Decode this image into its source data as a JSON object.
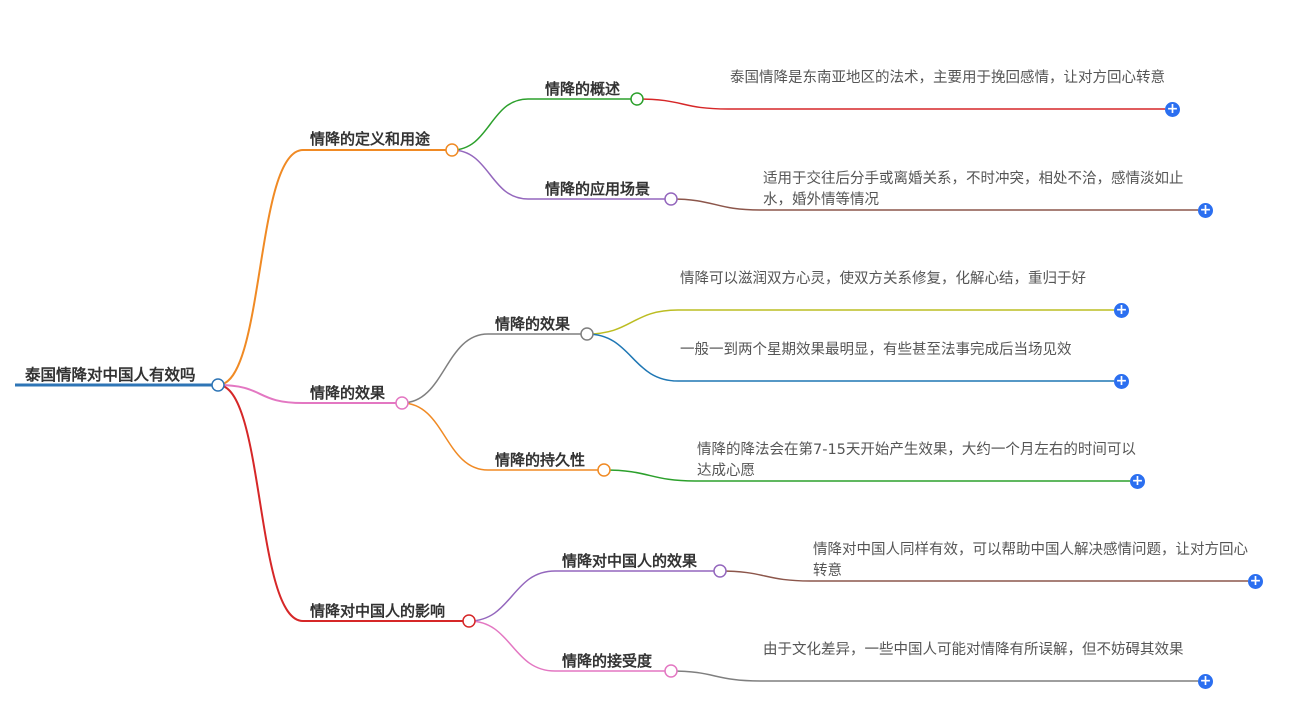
{
  "root": {
    "label": "泰国情降对中国人有效吗"
  },
  "branches": [
    {
      "label": "情降的定义和用途",
      "children": [
        {
          "label": "情降的概述",
          "detail": "泰国情降是东南亚地区的法术，主要用于挽回感情，让对方回心转意"
        },
        {
          "label": "情降的应用场景",
          "detail": "适用于交往后分手或离婚关系，不时冲突，相处不洽，感情淡如止水，婚外情等情况"
        }
      ]
    },
    {
      "label": "情降的效果",
      "children": [
        {
          "label": "情降的效果",
          "details": [
            "情降可以滋润双方心灵，使双方关系修复，化解心结，重归于好",
            "一般一到两个星期效果最明显，有些甚至法事完成后当场见效"
          ]
        },
        {
          "label": "情降的持久性",
          "detail": "情降的降法会在第7-15天开始产生效果，大约一个月左右的时间可以达成心愿"
        }
      ]
    },
    {
      "label": "情降对中国人的影响",
      "children": [
        {
          "label": "情降对中国人的效果",
          "detail": "情降对中国人同样有效，可以帮助中国人解决感情问题，让对方回心转意"
        },
        {
          "label": "情降的接受度",
          "detail": "由于文化差异，一些中国人可能对情降有所误解，但不妨碍其效果"
        }
      ]
    }
  ],
  "colors": {
    "root_line": "#2e75b6",
    "branch_1": "#f08a24",
    "branch_2": "#e377c2",
    "branch_3": "#d62728",
    "sub_1_1": "#2ca02c",
    "sub_1_2": "#9467bd",
    "sub_2_1": "#7f7f7f",
    "sub_2_2": "#f08a24",
    "sub_3_1": "#9467bd",
    "sub_3_2": "#e377c2",
    "leaf_1_1": "#d62728",
    "leaf_1_2": "#8c564b",
    "leaf_2_1a": "#bcbd22",
    "leaf_2_1b": "#1f77b4",
    "leaf_2_2": "#2ca02c",
    "leaf_3_1": "#8c564b",
    "leaf_3_2": "#7f7f7f",
    "expand": "#2b6ff0"
  },
  "icons": {
    "expand": "plus-circle-icon",
    "expand_glyph": "+"
  }
}
